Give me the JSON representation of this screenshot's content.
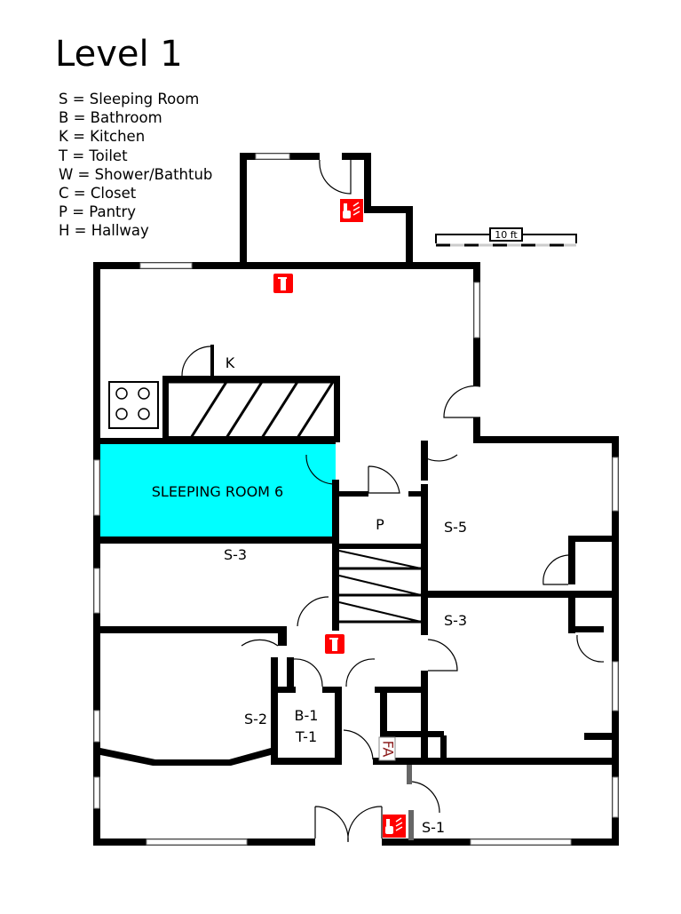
{
  "title": "Level 1",
  "legend": [
    "S = Sleeping Room",
    "B = Bathroom",
    "K = Kitchen",
    "T = Toilet",
    "W = Shower/Bathtub",
    "C = Closet",
    "P = Pantry",
    "H = Hallway"
  ],
  "scale_label": "10 ft",
  "rooms": {
    "kitchen": "K",
    "sleeping6": "SLEEPING ROOM 6",
    "s3_left": "S-3",
    "pantry": "P",
    "s5": "S-5",
    "s3_right": "S-3",
    "s2": "S-2",
    "b1": "B-1",
    "t1": "T-1",
    "s1": "S-1"
  },
  "fire_alarm_panel": "FA",
  "colors": {
    "highlight": "#00ffff",
    "safety": "#ff0000",
    "fa": "#8b1a1a"
  }
}
